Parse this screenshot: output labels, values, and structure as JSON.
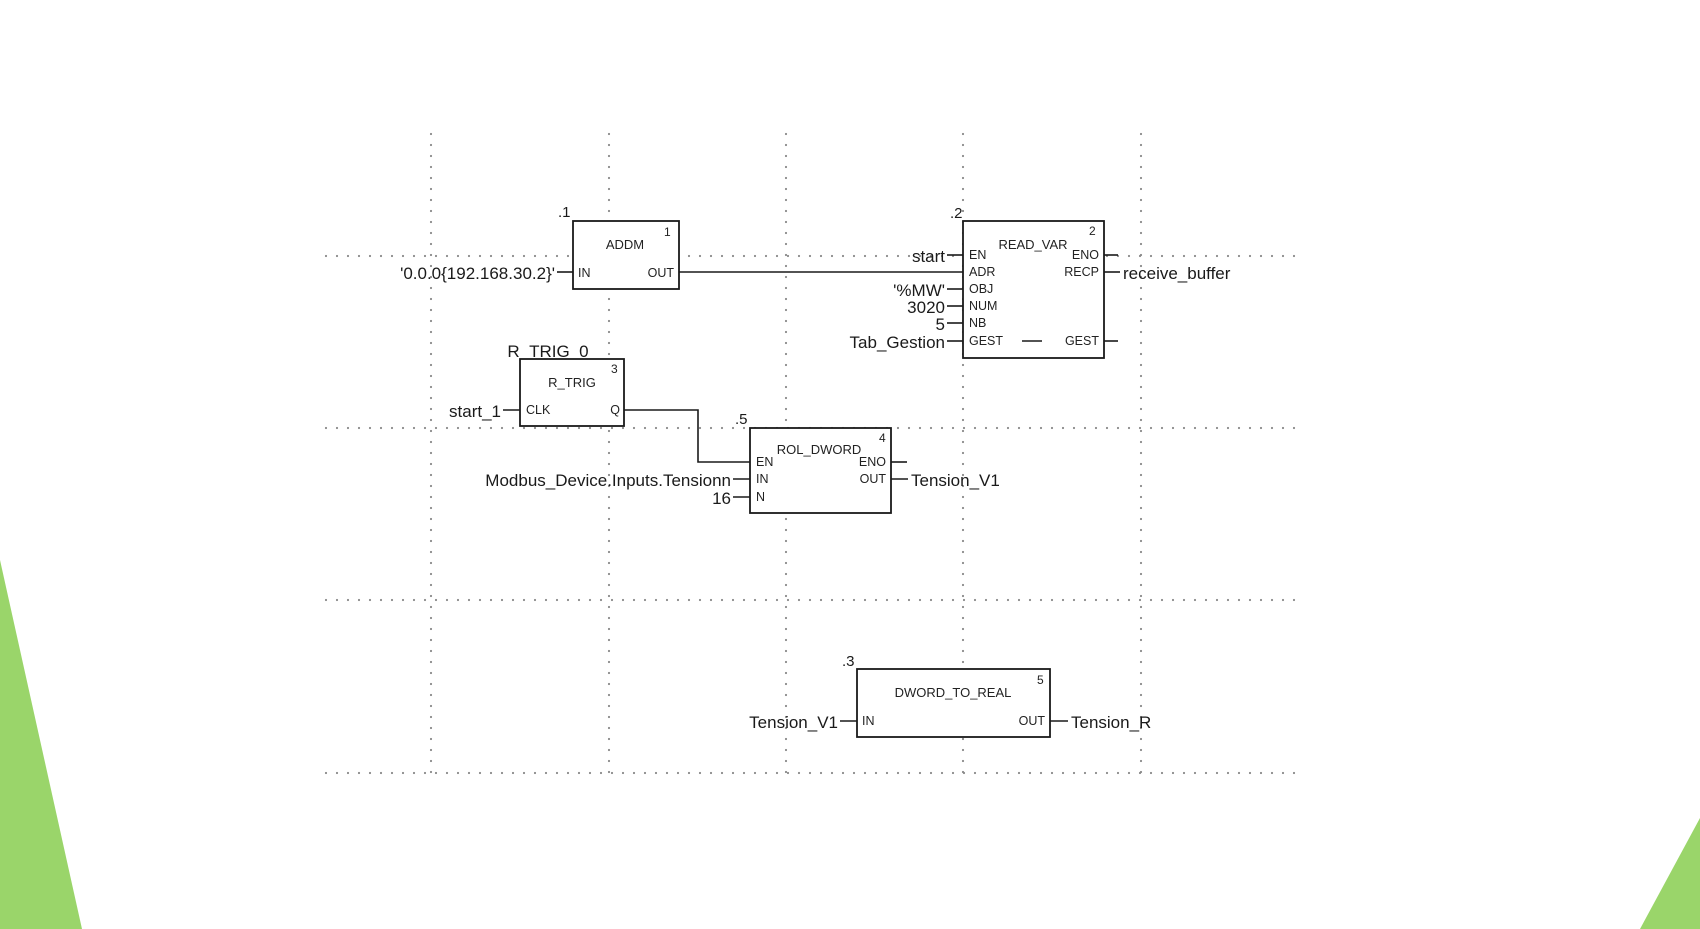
{
  "accent_color": "#9ad56a",
  "blocks": {
    "addm": {
      "name": "ADDM",
      "seq": "1",
      "order": ".1",
      "pins": {
        "in": "IN",
        "out": "OUT"
      },
      "input_value": "'0.0.0{192.168.30.2}'"
    },
    "read_var": {
      "name": "READ_VAR",
      "seq": "2",
      "order": ".2",
      "pins": {
        "en": "EN",
        "adr": "ADR",
        "obj": "OBJ",
        "num": "NUM",
        "nb": "NB",
        "gest_in": "GEST",
        "eno": "ENO",
        "recp": "RECP",
        "gest_out": "GEST"
      },
      "inputs": {
        "en": "start",
        "obj": "'%MW'",
        "num": "3020",
        "nb": "5",
        "gest": "Tab_Gestion"
      },
      "output_recp": "receive_buffer"
    },
    "r_trig": {
      "instance": "R_TRIG_0",
      "name": "R_TRIG",
      "seq": "3",
      "pins": {
        "clk": "CLK",
        "q": "Q"
      },
      "input_clk": "start_1"
    },
    "rol_dword": {
      "name": "ROL_DWORD",
      "seq": "4",
      "order": ".5",
      "pins": {
        "en": "EN",
        "in": "IN",
        "n": "N",
        "eno": "ENO",
        "out": "OUT"
      },
      "inputs": {
        "in": "Modbus_Device.Inputs.Tensionn",
        "n": "16"
      },
      "output": "Tension_V1"
    },
    "dword_to_real": {
      "name": "DWORD_TO_REAL",
      "seq": "5",
      "order": ".3",
      "pins": {
        "in": "IN",
        "out": "OUT"
      },
      "input": "Tension_V1",
      "output": "Tension_R"
    }
  }
}
